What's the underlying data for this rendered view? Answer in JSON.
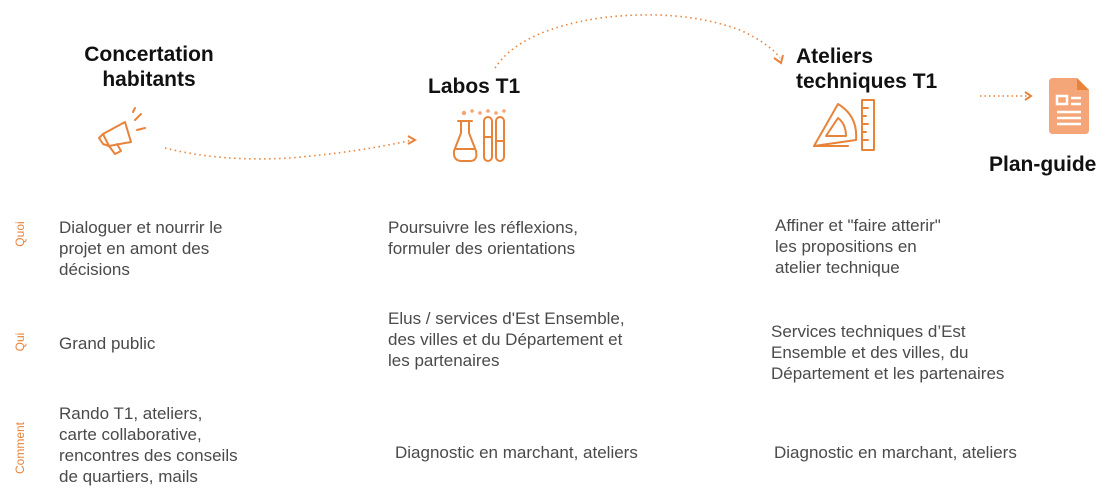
{
  "stages": [
    {
      "id": "concertation",
      "title_line1": "Concertation",
      "title_line2": "habitants",
      "icon": "megaphone-icon"
    },
    {
      "id": "labos",
      "title_line1": "Labos T1",
      "icon": "laboratory-flasks-icon"
    },
    {
      "id": "ateliers",
      "title_line1": "Ateliers",
      "title_line2": "techniques T1",
      "icon": "ruler-protractor-icon"
    },
    {
      "id": "plan",
      "title_line1": "Plan-guide",
      "icon": "document-icon"
    }
  ],
  "rows": [
    {
      "label": "Quoi",
      "cells": [
        [
          "Dialoguer et nourrir le",
          "projet en amont des",
          "décisions"
        ],
        [
          "Poursuivre les réflexions,",
          "formuler des orientations"
        ],
        [
          "Affiner et \"faire atterir\"",
          "les propositions en",
          "atelier technique"
        ]
      ]
    },
    {
      "label": "Qui",
      "cells": [
        [
          "Grand public"
        ],
        [
          "Elus / services d'Est Ensemble,",
          "des villes et du Département et",
          "les partenaires"
        ],
        [
          "Services techniques d’Est",
          "Ensemble et des villes, du",
          "Département et les partenaires"
        ]
      ]
    },
    {
      "label": "Comment",
      "cells": [
        [
          "Rando T1, ateliers,",
          "carte collaborative,",
          "rencontres des conseils",
          "de quartiers, mails"
        ],
        [
          "Diagnostic en marchant, ateliers"
        ],
        [
          "Diagnostic en marchant, ateliers"
        ]
      ]
    }
  ],
  "colors": {
    "accent": "#e8833a",
    "icon_light": "#f4a679",
    "text": "#4a4a4a",
    "title": "#111111"
  }
}
